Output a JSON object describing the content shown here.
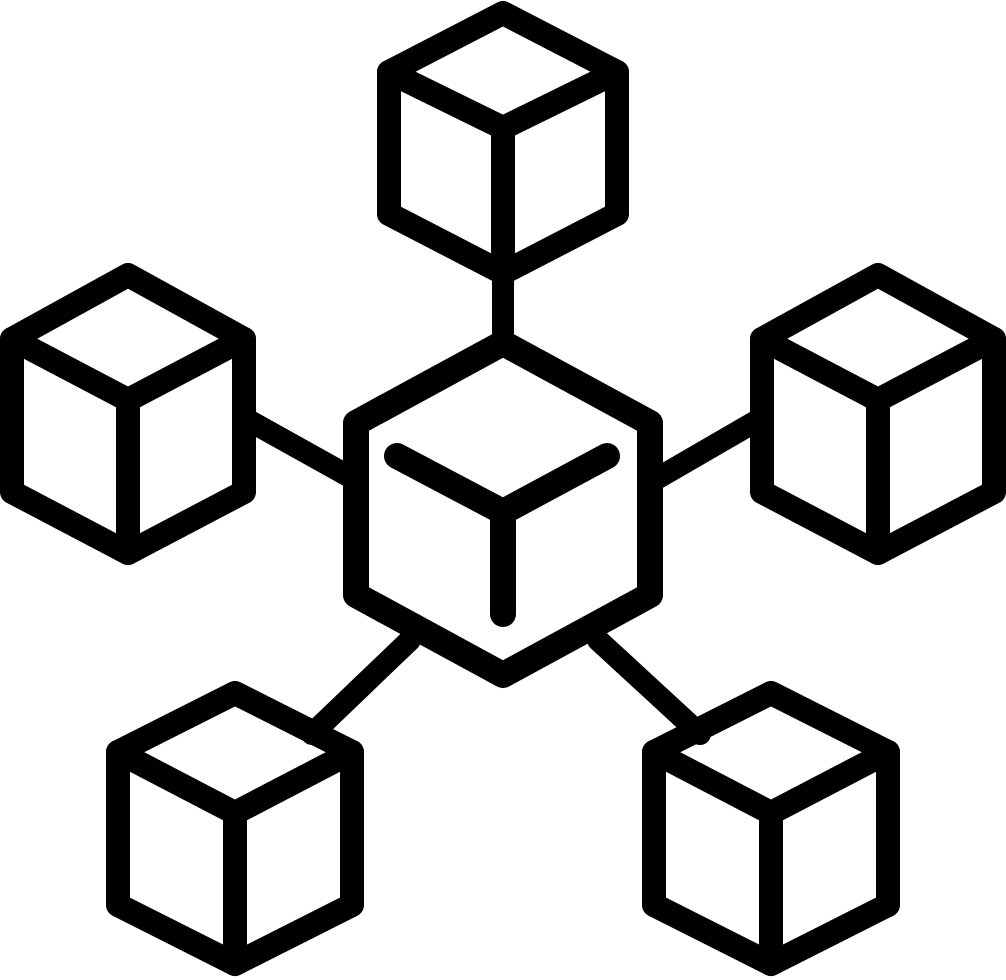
{
  "icon": {
    "name": "blockchain-network-icon",
    "stroke_color": "#000000",
    "background": "#ffffff",
    "node_count": 6,
    "center_node": "hexagon-with-y",
    "outer_node_shape": "cube"
  }
}
